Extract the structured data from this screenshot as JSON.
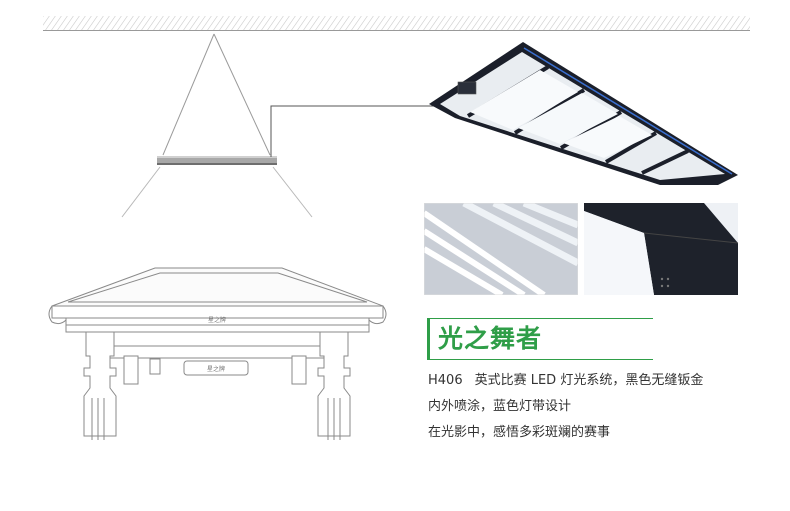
{
  "product": {
    "heading": "光之舞者",
    "model": "H406",
    "desc_line1": "英式比赛 LED 灯光系统，黑色无缝钣金",
    "desc_line2": "内外喷涂，蓝色灯带设计",
    "desc_line3": "在光影中，感悟多彩斑斓的赛事",
    "table_brand_mark": "星之牌",
    "lamp_brand_mark": "星之牌"
  },
  "colors": {
    "accent_green": "#2f9e48",
    "lamp_frame": "#1b1f2a",
    "line_art": "#9a9a9a",
    "text": "#333333"
  }
}
